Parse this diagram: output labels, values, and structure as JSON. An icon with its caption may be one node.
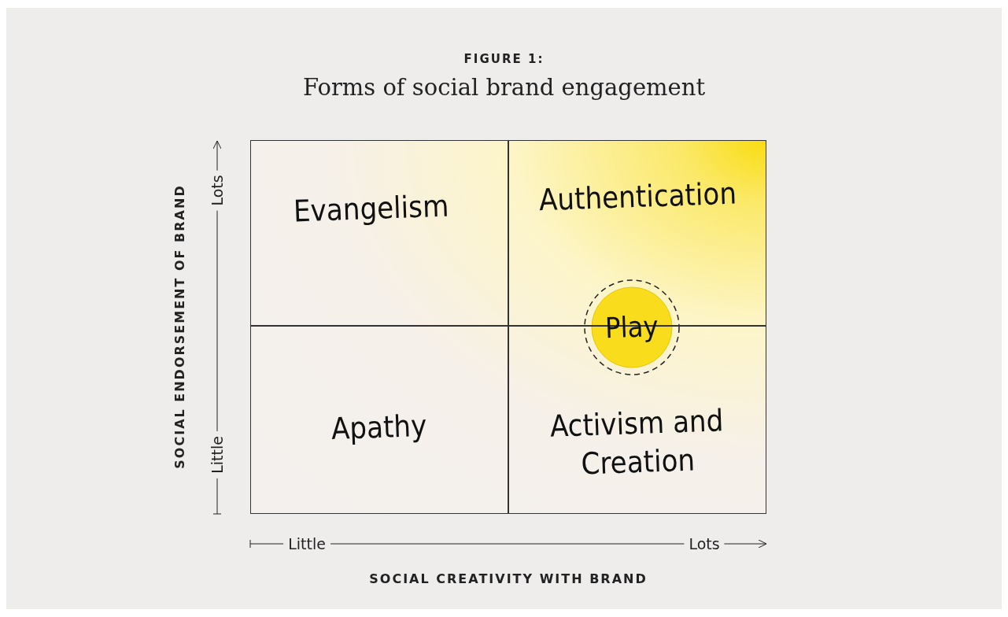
{
  "diagram": {
    "title": "Forms of social brand engagement",
    "nodes": [
      {
        "text": [
          "Evangelism"
        ]
      },
      {
        "text": [
          "Authentication"
        ]
      },
      {
        "text": [
          "Apathy"
        ]
      },
      {
        "text": [
          "Activism and Creation"
        ]
      },
      {
        "text": [
          "Play"
        ]
      }
    ],
    "labels": [
      "FIGURE 1:",
      "Lots",
      "SOCIAL ENDORSEMENT OF BRAND",
      "Little",
      "Little",
      "Lots",
      "SOCIAL CREATIVITY WITH BRAND"
    ]
  }
}
